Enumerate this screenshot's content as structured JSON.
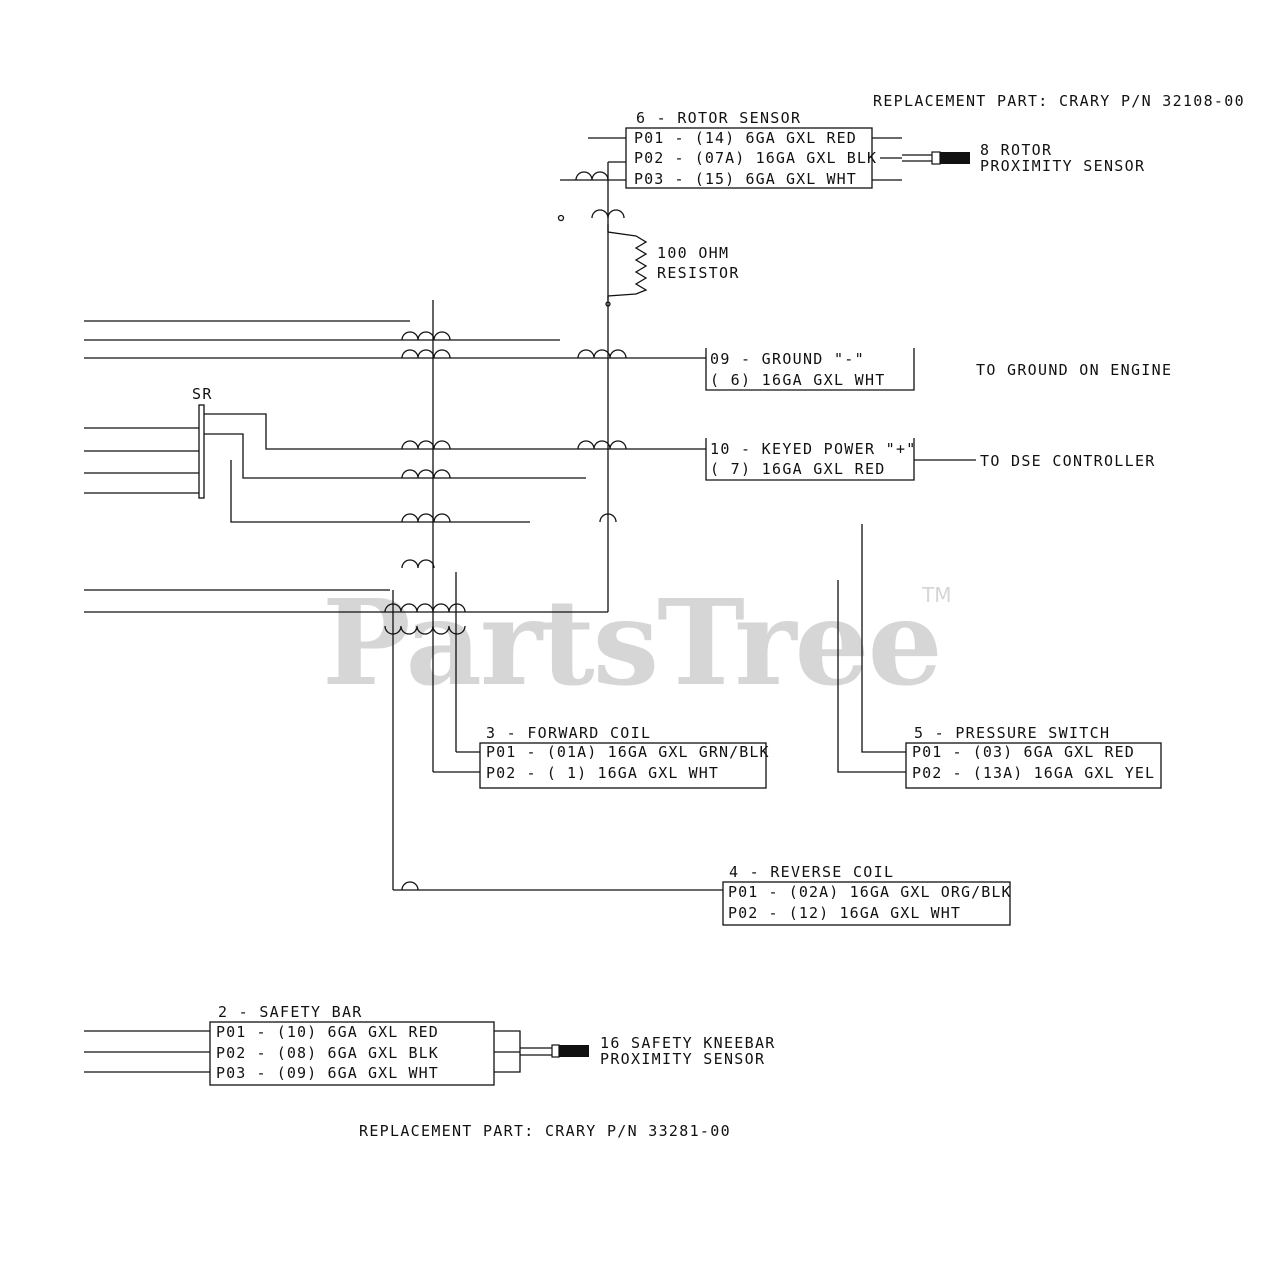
{
  "watermark": {
    "text": "PartsTree",
    "mark": "TM"
  },
  "replacement_top": "REPLACEMENT PART:  CRARY P/N 32108-00",
  "replacement_bottom": "REPLACEMENT PART:  CRARY P/N 33281-00",
  "rotor_sensor": {
    "title": "6 - ROTOR SENSOR",
    "rows": [
      "P01 - (14)  6GA GXL RED",
      "P02 - (07A) 16GA GXL BLK",
      "P03 - (15)  6GA GXL WHT"
    ]
  },
  "rotor_prox": {
    "line1": "8 ROTOR",
    "line2": "PROXIMITY SENSOR"
  },
  "resistor": {
    "line1": "100 OHM",
    "line2": "RESISTOR"
  },
  "ground": {
    "line1": "09 - GROUND \"-\"",
    "line2": "( 6) 16GA GXL WHT",
    "dest": "TO GROUND ON ENGINE"
  },
  "keyed_power": {
    "line1": "10 - KEYED POWER \"+\"",
    "line2": "( 7) 16GA GXL RED",
    "dest": "TO DSE CONTROLLER"
  },
  "sr_label": "SR",
  "forward_coil": {
    "title": "3 - FORWARD COIL",
    "rows": [
      "P01 - (01A) 16GA GXL GRN/BLK",
      "P02 - ( 1) 16GA GXL WHT"
    ]
  },
  "pressure_switch": {
    "title": "5 - PRESSURE SWITCH",
    "rows": [
      "P01 - (03)  6GA GXL RED",
      "P02 - (13A) 16GA GXL YEL"
    ]
  },
  "reverse_coil": {
    "title": "4 - REVERSE COIL",
    "rows": [
      "P01 - (02A) 16GA GXL ORG/BLK",
      "P02 - (12) 16GA GXL WHT"
    ]
  },
  "safety_bar": {
    "title": "2 - SAFETY BAR",
    "rows": [
      "P01 - (10)  6GA GXL RED",
      "P02 - (08)  6GA GXL BLK",
      "P03 - (09)  6GA GXL WHT"
    ]
  },
  "kneebar": {
    "line1": "16 SAFETY KNEEBAR",
    "line2": "PROXIMITY SENSOR"
  },
  "colors": {
    "line": "#111111",
    "watermark": "#d6d6d6",
    "background": "#ffffff"
  }
}
